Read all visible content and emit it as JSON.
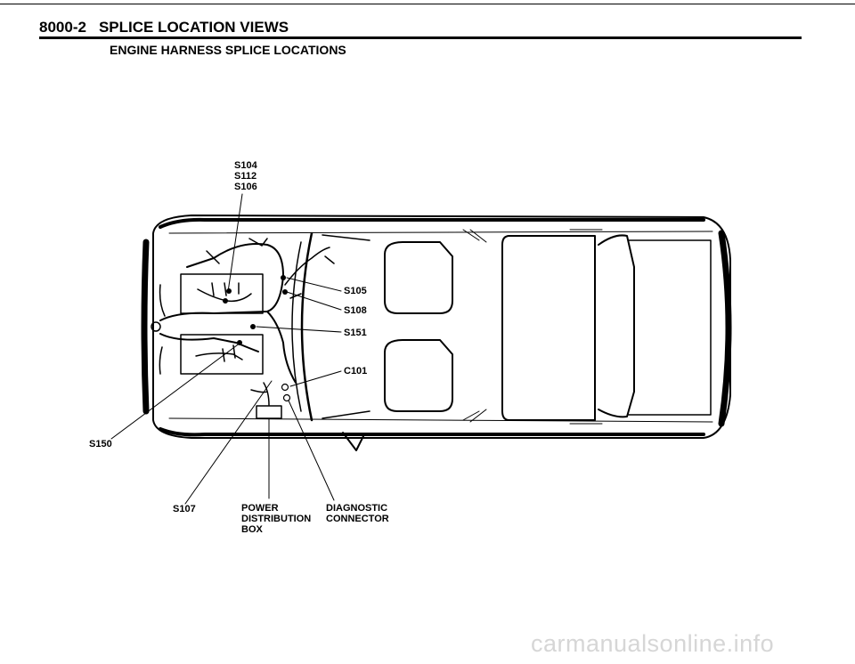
{
  "header": {
    "doc_number": "8000-2",
    "section_title": "SPLICE LOCATION VIEWS"
  },
  "subtitle": "ENGINE HARNESS SPLICE LOCATIONS",
  "callouts": {
    "top_stack": [
      "S104",
      "S112",
      "S106"
    ],
    "s105": "S105",
    "s108": "S108",
    "s151": "S151",
    "c101": "C101",
    "s150": "S150",
    "s107": "S107",
    "power_box": [
      "POWER",
      "DISTRIBUTION",
      "BOX"
    ],
    "diag_conn": [
      "DIAGNOSTIC",
      "CONNECTOR"
    ]
  },
  "watermark": "carmanualsonline.info"
}
